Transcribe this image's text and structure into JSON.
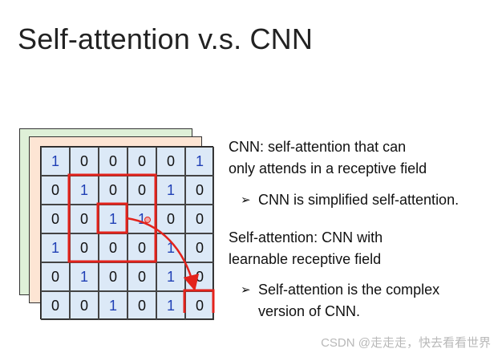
{
  "title": "Self-attention v.s. CNN",
  "grid": {
    "rows": [
      [
        "1",
        "0",
        "0",
        "0",
        "0",
        "1"
      ],
      [
        "0",
        "1",
        "0",
        "0",
        "1",
        "0"
      ],
      [
        "0",
        "0",
        "1",
        "1",
        "0",
        "0"
      ],
      [
        "1",
        "0",
        "0",
        "0",
        "1",
        "0"
      ],
      [
        "0",
        "1",
        "0",
        "0",
        "1",
        "0"
      ],
      [
        "0",
        "0",
        "1",
        "0",
        "1",
        "0"
      ]
    ]
  },
  "colors": {
    "one_digit": "#1f3fb5",
    "highlight": "#e3231c",
    "grid_bg": "#dce9f7",
    "layer_mid": "#fde5d4",
    "layer_back": "#dff0d8"
  },
  "text": {
    "cnn_line1": "CNN: self-attention that can",
    "cnn_line2": "only attends in a receptive field",
    "bullet1": "CNN is simplified self-attention.",
    "sa_line1": "Self-attention: CNN with",
    "sa_line2": "learnable receptive field",
    "bullet2_line1": "Self-attention is the complex",
    "bullet2_line2": "version of CNN."
  },
  "bullet_icon": "arrow-bullet-icon",
  "watermark": "CSDN @走走走，快去看看世界"
}
